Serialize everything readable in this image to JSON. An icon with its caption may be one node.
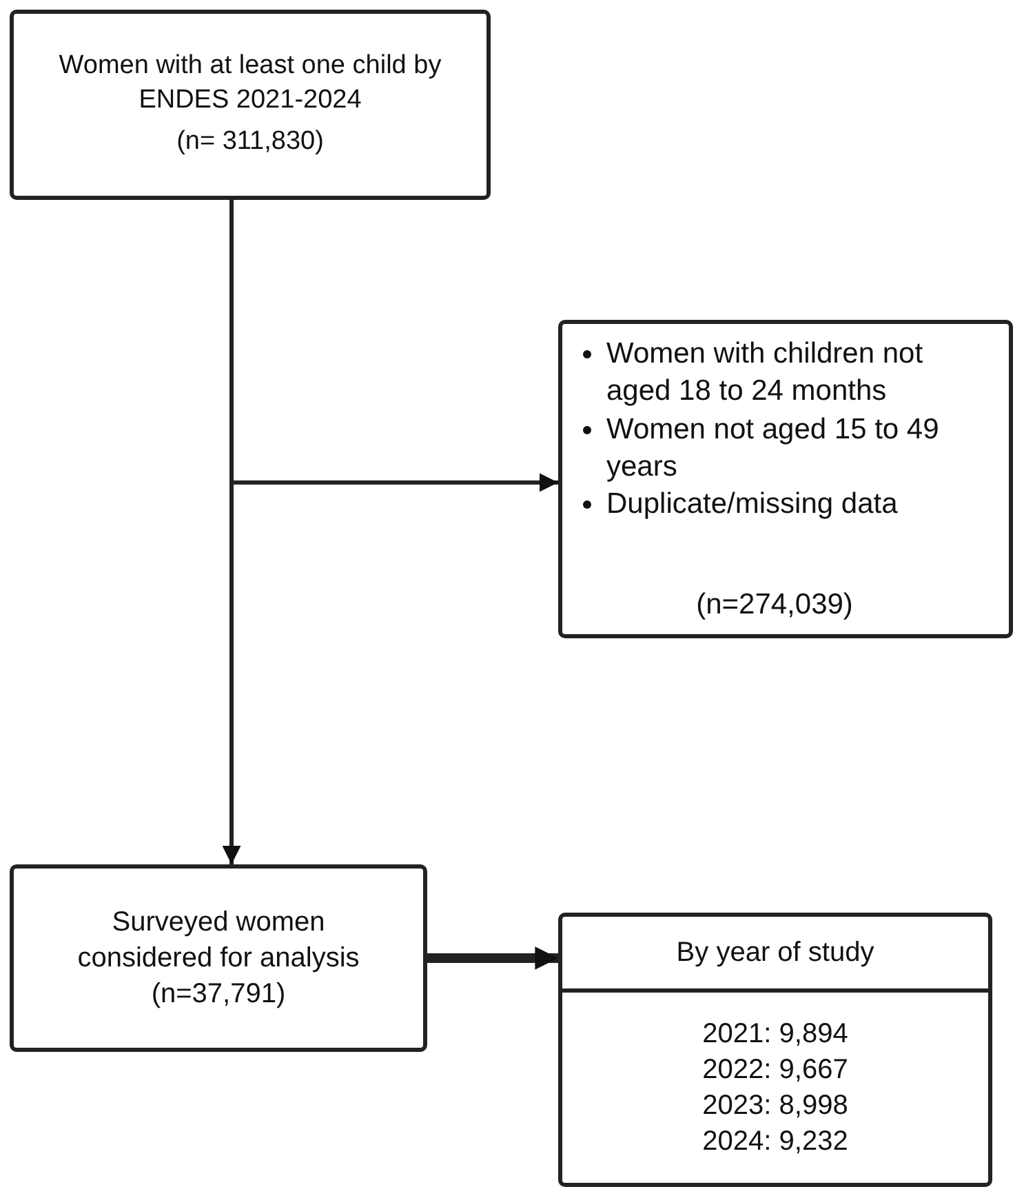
{
  "diagram": {
    "nodes": [
      {
        "text": [
          "Women with at least one child by ENDES 2021-2024",
          "(n= 311,830)"
        ]
      },
      {
        "text": [
          "Women with children not aged 18 to 24 months",
          "Women not aged 15 to 49 years",
          "Duplicate/missing data",
          "(n=274,039)"
        ]
      },
      {
        "text": [
          "Surveyed women considered for analysis",
          "(n=37,791)"
        ]
      },
      {
        "text": [
          "By year of study"
        ]
      },
      {
        "text": [
          "2021: 9,894",
          "2022: 9,667",
          "2023: 8,998",
          "2024: 9,232"
        ]
      }
    ],
    "edges": [
      {
        "from": 0,
        "to": 2,
        "arrow": "to"
      },
      {
        "from": 0,
        "to": 1,
        "arrow": "to"
      },
      {
        "from": 2,
        "to": 3,
        "arrow": "to",
        "style": "thick"
      }
    ]
  }
}
